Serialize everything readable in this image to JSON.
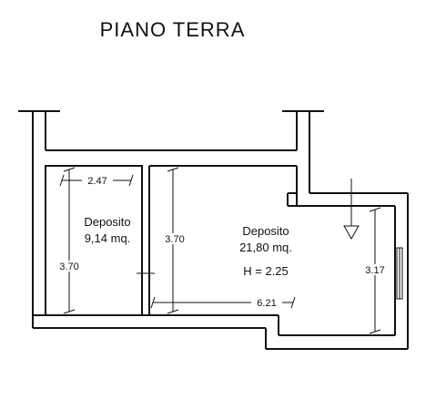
{
  "title": "PIANO  TERRA",
  "rooms": [
    {
      "name": "Deposito",
      "area": "9,14 mq."
    },
    {
      "name": "Deposito",
      "area": "21,80 mq.",
      "height": "H = 2.25"
    }
  ],
  "dimensions": {
    "small_width": "2.47",
    "small_height": "3.70",
    "large_inner_height": "3.70",
    "large_width": "6.21",
    "right_height": "3.17"
  }
}
